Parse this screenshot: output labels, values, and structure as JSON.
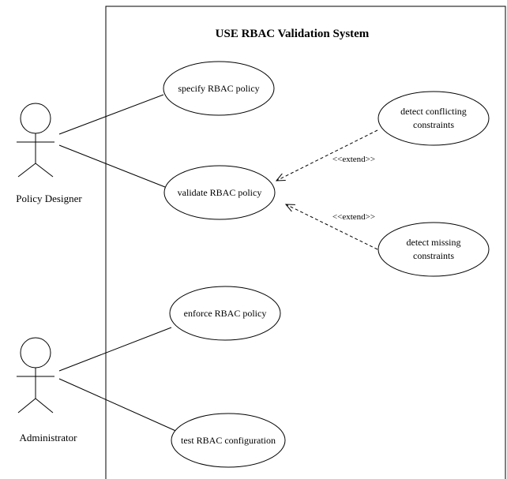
{
  "system": {
    "title": "USE RBAC Validation System"
  },
  "actors": {
    "policy_designer": "Policy Designer",
    "administrator": "Administrator"
  },
  "use_cases": {
    "specify": "specify RBAC policy",
    "validate": "validate RBAC policy",
    "detect_conflicting_line1": "detect conflicting",
    "detect_conflicting_line2": "constraints",
    "detect_missing_line1": "detect missing",
    "detect_missing_line2": "constraints",
    "enforce": "enforce RBAC policy",
    "test": "test RBAC configuration"
  },
  "relations": {
    "extend_conflicting": "<<extend>>",
    "extend_missing": "<<extend>>"
  }
}
